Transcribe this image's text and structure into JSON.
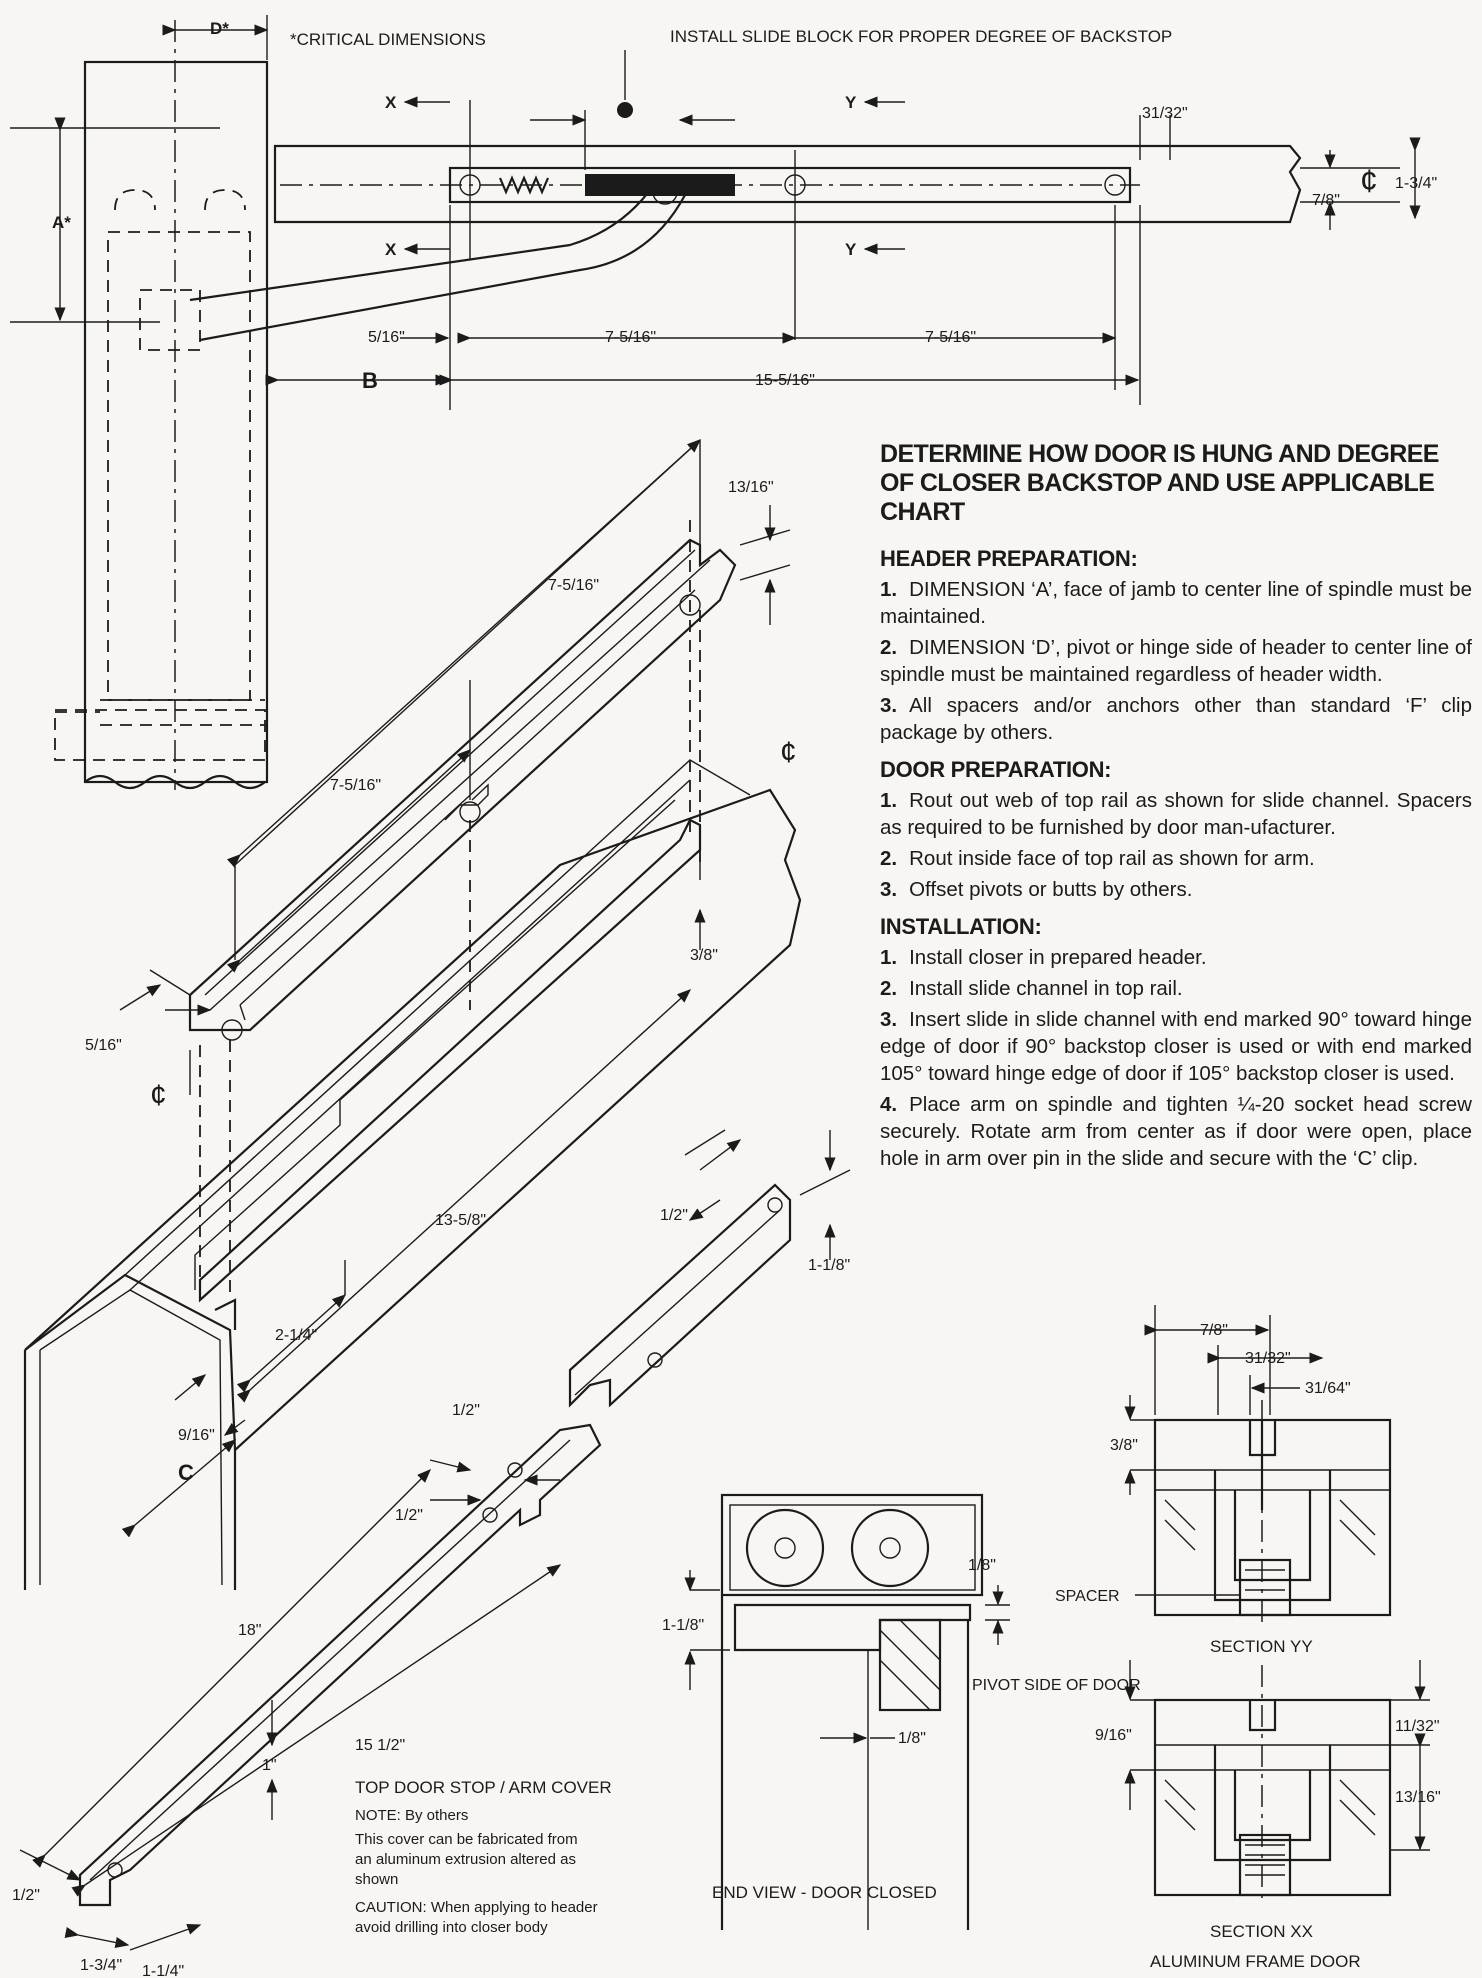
{
  "top_labels": {
    "critical_dimensions": "*CRITICAL DIMENSIONS",
    "install_slide_block": "INSTALL SLIDE BLOCK FOR PROPER DEGREE OF BACKSTOP",
    "dim_d": "D*",
    "dim_a": "A*",
    "dim_b": "B",
    "section_x": "X",
    "section_y": "Y"
  },
  "top_dims": {
    "d_31_32": "31/32\"",
    "d_1_3_4": "1-3/4\"",
    "d_7_8": "7/8\"",
    "d_5_16": "5/16\"",
    "d_7_5_16a": "7-5/16\"",
    "d_7_5_16b": "7-5/16\"",
    "d_15_5_16": "15-5/16\""
  },
  "iso_dims": {
    "d_13_16": "13/16\"",
    "d_7_5_16_top": "7-5/16\"",
    "d_7_5_16_left": "7-5/16\"",
    "d_3_8": "3/8\"",
    "d_5_16": "5/16\"",
    "d_13_5_8": "13-5/8\"",
    "d_2_1_4": "2-1/4\"",
    "d_9_16": "9/16\"",
    "d_c": "C",
    "d_1_2_a": "1/2\"",
    "d_1_1_8": "1-1/8\"",
    "d_1_2_b": "1/2\"",
    "d_1_2_c": "1/2\"",
    "d_18": "18\"",
    "d_15_1_2": "15 1/2\"",
    "d_1": "1\"",
    "d_1_2_d": "1/2\"",
    "d_1_3_4": "1-3/4\"",
    "d_1_1_4": "1-1/4\"",
    "cl": "¢"
  },
  "notes": {
    "heading": "DETERMINE HOW DOOR IS HUNG AND DEGREE OF CLOSER BACKSTOP AND USE APPLICABLE CHART",
    "header_prep_title": "HEADER PREPARATION:",
    "header_prep": [
      {
        "n": "1.",
        "t": "DIMENSION ‘A’, face of jamb to center line of spindle must be maintained."
      },
      {
        "n": "2.",
        "t": "DIMENSION ‘D’, pivot or hinge side of header to center line of spindle must be maintained regardless of header width."
      },
      {
        "n": "3.",
        "t": "All spacers and/or anchors other than standard ‘F’ clip package by others."
      }
    ],
    "door_prep_title": "DOOR PREPARATION:",
    "door_prep": [
      {
        "n": "1.",
        "t": "Rout out web of top rail as shown for slide channel. Spacers as required to be furnished by door man-ufacturer."
      },
      {
        "n": "2.",
        "t": "Rout inside face of top rail as shown for arm."
      },
      {
        "n": "3.",
        "t": "Offset pivots or butts by others."
      }
    ],
    "install_title": "INSTALLATION:",
    "install": [
      {
        "n": "1.",
        "t": "Install closer in prepared header."
      },
      {
        "n": "2.",
        "t": "Install slide channel in top rail."
      },
      {
        "n": "3.",
        "t": "Insert slide in slide channel with end marked 90° toward hinge edge of door if 90° backstop closer is used or with end marked 105° toward hinge edge of door if 105° backstop closer is used."
      },
      {
        "n": "4.",
        "t": "Place arm on spindle and tighten ¼-20 socket head screw securely. Rotate arm from center as if door were open, place hole in arm over pin in the slide and secure with the ‘C’ clip."
      }
    ]
  },
  "arm_cover": {
    "title": "TOP DOOR STOP / ARM COVER",
    "note": "NOTE: By others",
    "body": "This cover can be fabricated from an aluminum extrusion altered as shown",
    "caution": "CAUTION: When applying to header avoid drilling into closer body"
  },
  "end_view": {
    "title": "END VIEW - DOOR CLOSED",
    "d_1_8_a": "1/8\"",
    "d_1_1_8": "1-1/8\"",
    "d_1_8_b": "1/8\"",
    "pivot_side": "PIVOT SIDE OF DOOR"
  },
  "sections": {
    "d_7_8": "7/8\"",
    "d_31_32": "31/32\"",
    "d_31_64": "31/64\"",
    "d_3_8": "3/8\"",
    "spacer": "SPACER",
    "section_yy": "SECTION YY",
    "d_9_16": "9/16\"",
    "d_11_32": "11/32\"",
    "d_13_16": "13/16\"",
    "section_xx": "SECTION XX",
    "aluminum_frame_door": "ALUMINUM FRAME DOOR"
  }
}
